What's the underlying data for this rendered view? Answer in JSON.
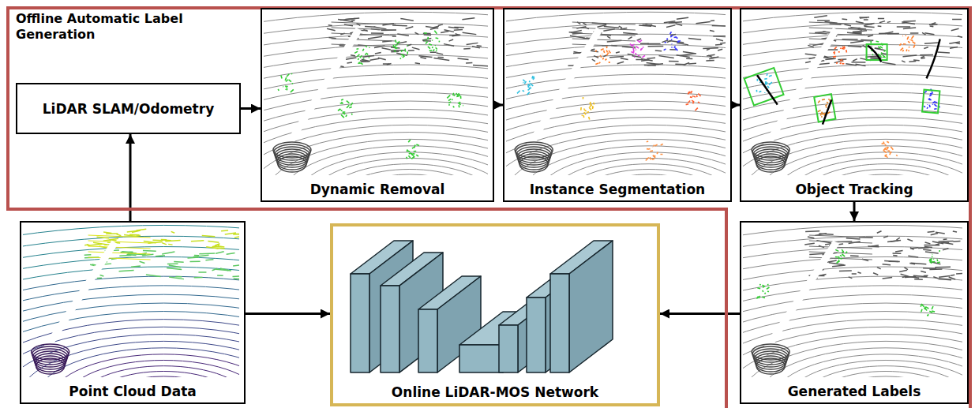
{
  "diagram": {
    "nodes": [
      {
        "text": [
          "Offline Automatic Label Generation"
        ]
      },
      {
        "text": [
          "LiDAR SLAM/Odometry"
        ],
        "in": 0
      },
      {
        "text": [
          "Dynamic Removal"
        ],
        "in": 0
      },
      {
        "text": [
          "Instance Segmentation"
        ],
        "in": 0
      },
      {
        "text": [
          "Object Tracking"
        ],
        "in": 0
      },
      {
        "text": [
          "Point Cloud Data"
        ]
      },
      {
        "text": [
          "Online LiDAR-MOS Network"
        ]
      },
      {
        "text": [
          "Generated Labels"
        ],
        "in": 0
      }
    ],
    "edges": [
      {
        "from": 5,
        "to": 1,
        "arrow": "to"
      },
      {
        "from": 1,
        "to": 2,
        "arrow": "to"
      },
      {
        "from": 2,
        "to": 3,
        "arrow": "to"
      },
      {
        "from": 3,
        "to": 4,
        "arrow": "to"
      },
      {
        "from": 4,
        "to": 7,
        "arrow": "to"
      },
      {
        "from": 5,
        "to": 6,
        "arrow": "to"
      },
      {
        "from": 7,
        "to": 6,
        "arrow": "to"
      }
    ]
  }
}
